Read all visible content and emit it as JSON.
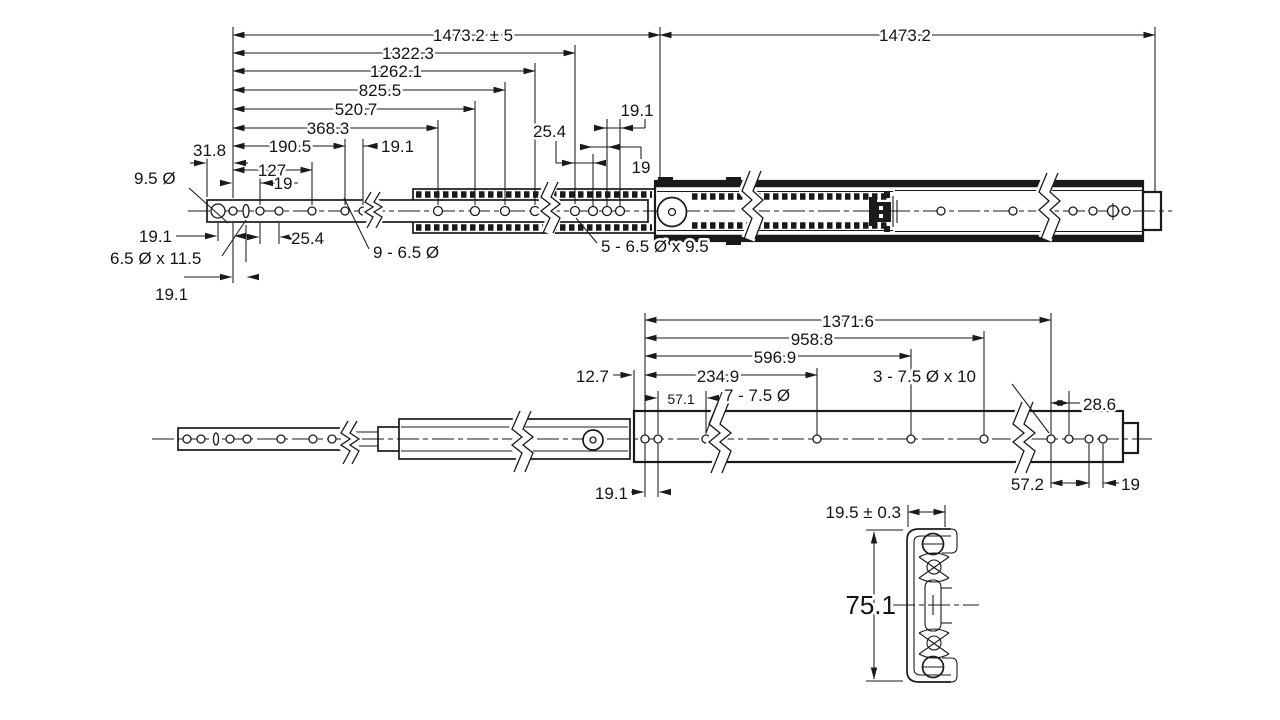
{
  "meta": {
    "background": "#ffffff",
    "line_color": "#1a1a1a",
    "drawing_type": "drawer-slide-dimension-drawing"
  },
  "top_view": {
    "labels": {
      "overall_tol": "1473.2 ± 5",
      "overall_right": "1473.2",
      "l1322": "1322.3",
      "l1262": "1262.1",
      "l825": "825.5",
      "l520": "520.7",
      "l368": "368.3",
      "l190": "190.5",
      "p19_1_top": "19.1",
      "l127": "127",
      "p19_top": "19",
      "l31_8": "31.8",
      "hole_big": "9.5 Ø",
      "p19_1_left": "19.1",
      "slot": "6.5 Ø x 11.5",
      "p19_1_bot": "19.1",
      "p25_4_left": "25.4",
      "holes9": "9 - 6.5 Ø",
      "p25_4_mid": "25.4",
      "p19_mid": "19",
      "p19_1_mid": "19.1",
      "holes5": "5 - 6.5 Ø x 9.5"
    }
  },
  "closed_view": {
    "labels": {
      "l1371": "1371.6",
      "l958": "958.8",
      "l596": "596.9",
      "l234": "234.9",
      "l12_7": "12.7",
      "l57_1": "57.1",
      "holes7": "7 - 7.5 Ø",
      "holes3": "3 - 7.5 Ø x 10",
      "l28_6": "28.6",
      "p19_1": "19.1",
      "l57_2": "57.2",
      "p19": "19"
    }
  },
  "section_view": {
    "labels": {
      "width": "19.5 ± 0.3",
      "height": "75.1"
    }
  }
}
